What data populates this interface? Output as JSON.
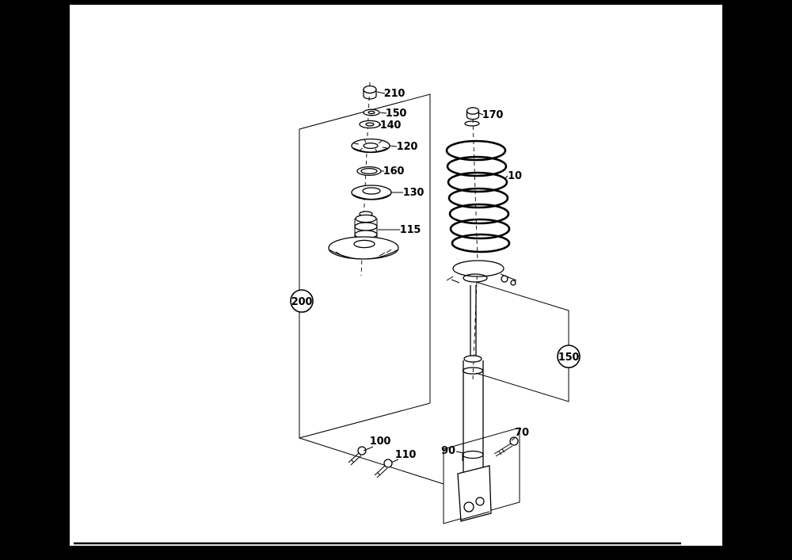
{
  "app": {
    "type": "exploded-parts-diagram",
    "background_color": "#000000",
    "page_color": "#ffffff",
    "line_color": "#000000"
  },
  "diagram": {
    "callouts": [
      {
        "label": "210",
        "circled": false,
        "part_hint": "lock-nut"
      },
      {
        "label": "150",
        "circled": false,
        "part_hint": "washer"
      },
      {
        "label": "140",
        "circled": false,
        "part_hint": "washer"
      },
      {
        "label": "120",
        "circled": false,
        "part_hint": "support-bearing"
      },
      {
        "label": "160",
        "circled": false,
        "part_hint": "spacer-ring"
      },
      {
        "label": "130",
        "circled": false,
        "part_hint": "spring-seat"
      },
      {
        "label": "115",
        "circled": false,
        "part_hint": "bump-stop-buffer"
      },
      {
        "label": "200",
        "circled": true,
        "part_hint": "assembly-group-reference"
      },
      {
        "label": "170",
        "circled": false,
        "part_hint": "nut"
      },
      {
        "label": "10",
        "circled": false,
        "part_hint": "coil-spring"
      },
      {
        "label": "150",
        "circled": true,
        "part_hint": "assembly-group-reference"
      },
      {
        "label": "100",
        "circled": false,
        "part_hint": "screw"
      },
      {
        "label": "110",
        "circled": false,
        "part_hint": "screw"
      },
      {
        "label": "90",
        "circled": false,
        "part_hint": "shock-absorber"
      },
      {
        "label": "70",
        "circled": false,
        "part_hint": "bolt"
      }
    ]
  }
}
